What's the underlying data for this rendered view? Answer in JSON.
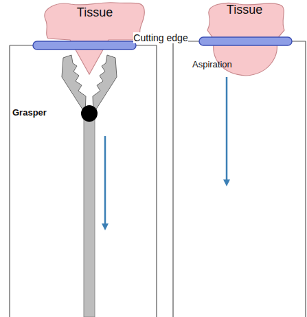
{
  "diagram": {
    "nodes": [
      {
        "text": [
          "Tissue"
        ]
      },
      {
        "text": [
          "Tissue"
        ]
      }
    ],
    "labels": [
      "Cutting edge",
      "Grasper",
      "Aspiration"
    ]
  }
}
